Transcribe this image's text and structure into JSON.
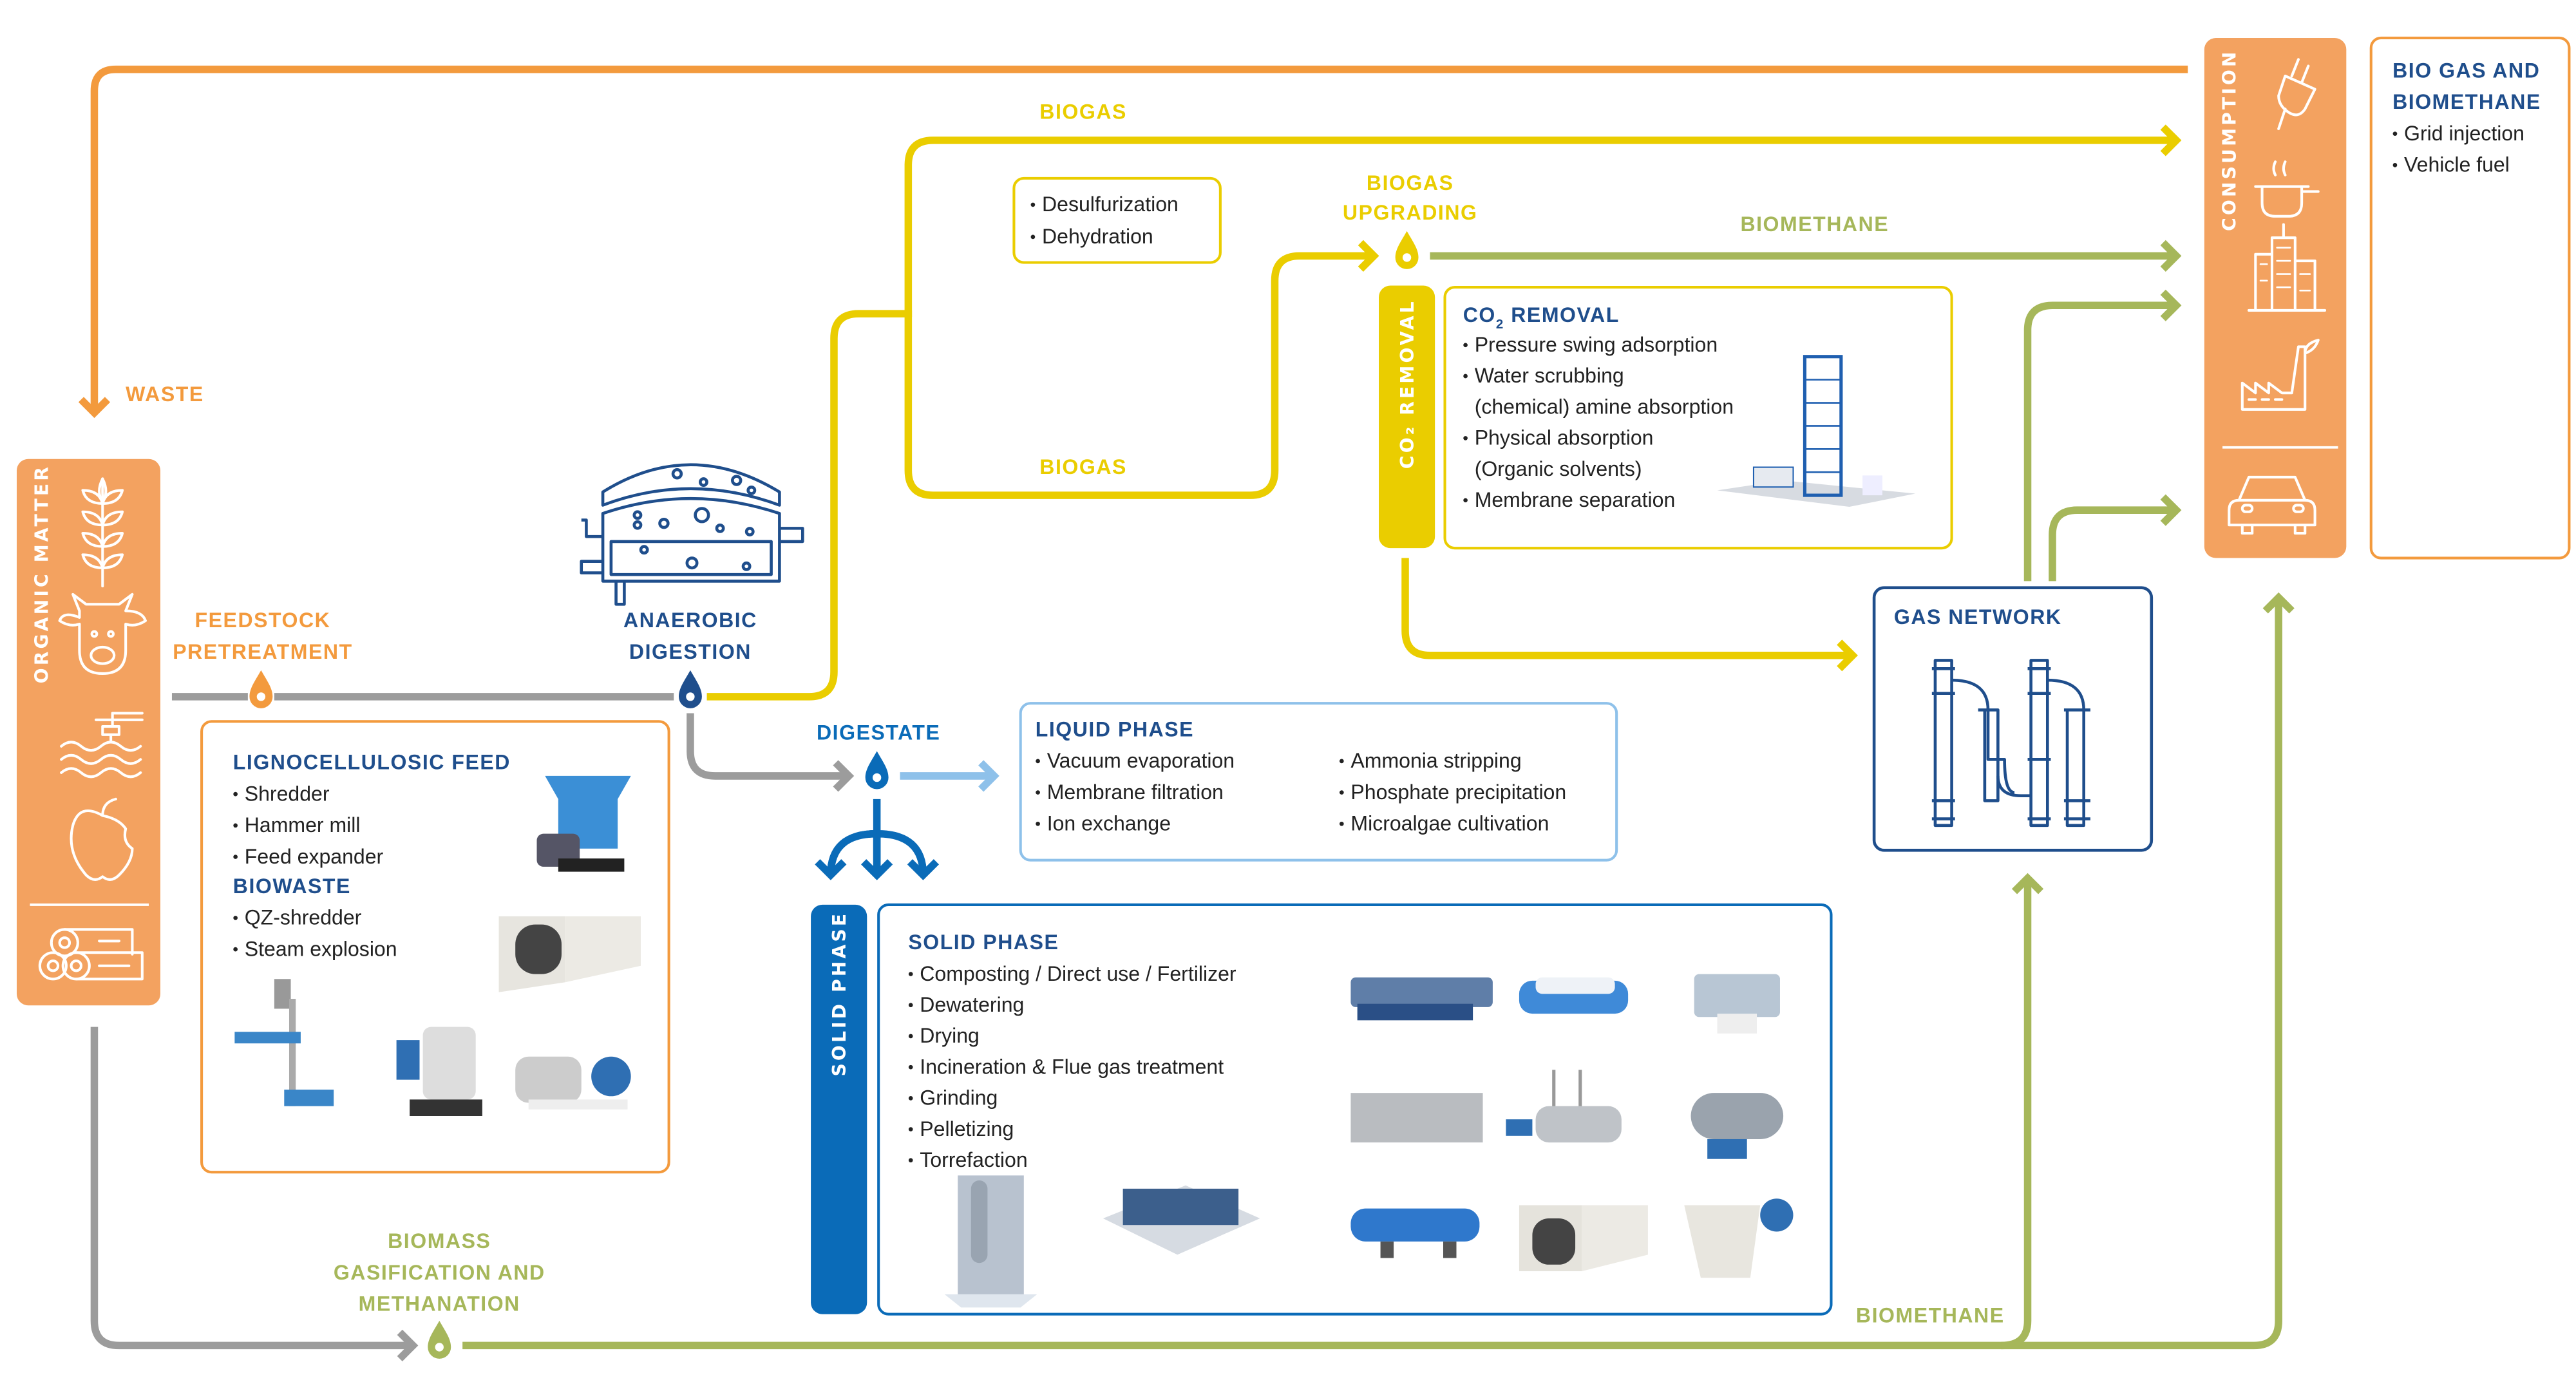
{
  "colors": {
    "orange": "#F39A3D",
    "orange_box": "#F3A260",
    "yellow": "#EACD00",
    "green": "#A6B75A",
    "blue": "#1F4E8C",
    "solid_blue": "#0A6BB8",
    "light_blue": "#8EC1EA",
    "gray": "#9C9C9C"
  },
  "labels": {
    "waste": "WASTE",
    "biogas_top": "BIOGAS",
    "biogas_bottom": "BIOGAS",
    "biogas_upgrading": [
      "BIOGAS",
      "UPGRADING"
    ],
    "biomethane_top": "BIOMETHANE",
    "biomethane_bottom": "BIOMETHANE",
    "feedstock_pretreatment": [
      "FEEDSTOCK",
      "PRETREATMENT"
    ],
    "anaerobic_digestion": [
      "ANAEROBIC",
      "DIGESTION"
    ],
    "digestate": "DIGESTATE",
    "biomass_gasification": [
      "BIOMASS",
      "GASIFICATION AND",
      "METHANATION"
    ]
  },
  "organic_matter": {
    "title": "ORGANIC MATTER",
    "icons": [
      "wheat-icon",
      "cow-icon",
      "water-tap-icon",
      "apple-icon",
      "logs-icon"
    ]
  },
  "consumption": {
    "title": "CONSUMPTION",
    "icons": [
      "plug-icon",
      "cooking-pot-icon",
      "building-icon",
      "factory-icon",
      "car-icon"
    ]
  },
  "bio_gas_box": {
    "title": [
      "BIO GAS AND",
      "BIOMETHANE"
    ],
    "items": [
      "Grid injection",
      "Vehicle fuel"
    ]
  },
  "pretreatment_box": {
    "items": [
      "Desulfurization",
      "Dehydration"
    ]
  },
  "co2_removal": {
    "bar_label": "CO₂ REMOVAL",
    "title_prefix": "CO",
    "title_sub": "2",
    "title_suffix": " REMOVAL",
    "items": [
      {
        "text": "Pressure swing adsorption",
        "bullet": true
      },
      {
        "text": "Water scrubbing",
        "bullet": true
      },
      {
        "text": "(chemical) amine absorption",
        "bullet": false
      },
      {
        "text": "Physical absorption",
        "bullet": true
      },
      {
        "text": "(Organic solvents)",
        "bullet": false
      },
      {
        "text": "Membrane separation",
        "bullet": true
      }
    ]
  },
  "gas_network": {
    "title": "GAS NETWORK",
    "icon": "pipes-icon"
  },
  "liquid_phase": {
    "title": "LIQUID PHASE",
    "col1": [
      "Vacuum evaporation",
      "Membrane filtration",
      "Ion exchange"
    ],
    "col2": [
      "Ammonia stripping",
      "Phosphate precipitation",
      "Microalgae cultivation"
    ]
  },
  "solid_phase": {
    "bar_label": "SOLID PHASE",
    "title": "SOLID PHASE",
    "items": [
      "Composting / Direct use / Fertilizer",
      "Dewatering",
      "Drying",
      "Incineration & Flue gas treatment",
      "Grinding",
      "Pelletizing",
      "Torrefaction"
    ]
  },
  "feed_box": {
    "title1": "LIGNOCELLULOSIC FEED",
    "items1": [
      "Shredder",
      "Hammer mill",
      "Feed expander"
    ],
    "title2": "BIOWASTE",
    "items2": [
      "QZ-shredder",
      "Steam explosion"
    ]
  }
}
